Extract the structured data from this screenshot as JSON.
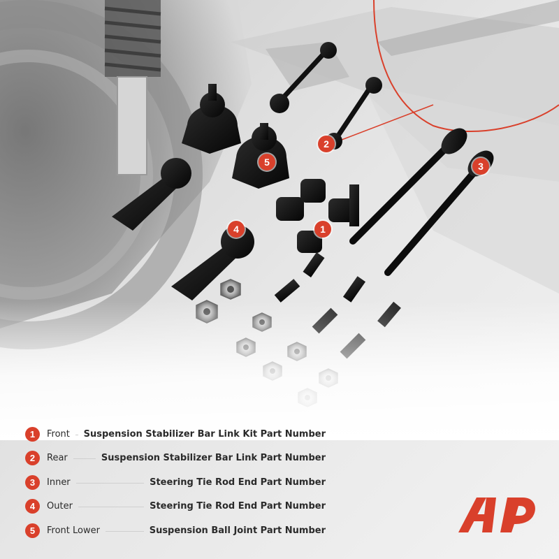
{
  "brand": {
    "accent": "#d9402b",
    "logo_icon": "brand-logo-icon"
  },
  "parts": [
    {
      "num": "1",
      "position": "Front",
      "description": "Suspension Stabilizer Bar Link Kit Part Number"
    },
    {
      "num": "2",
      "position": "Rear",
      "description": "Suspension Stabilizer Bar Link Part Number"
    },
    {
      "num": "3",
      "position": "Inner",
      "description": "Steering Tie Rod End Part Number"
    },
    {
      "num": "4",
      "position": "Outer",
      "description": "Steering Tie Rod End Part Number"
    },
    {
      "num": "5",
      "position": "Front Lower",
      "description": "Suspension Ball Joint Part Number"
    }
  ]
}
